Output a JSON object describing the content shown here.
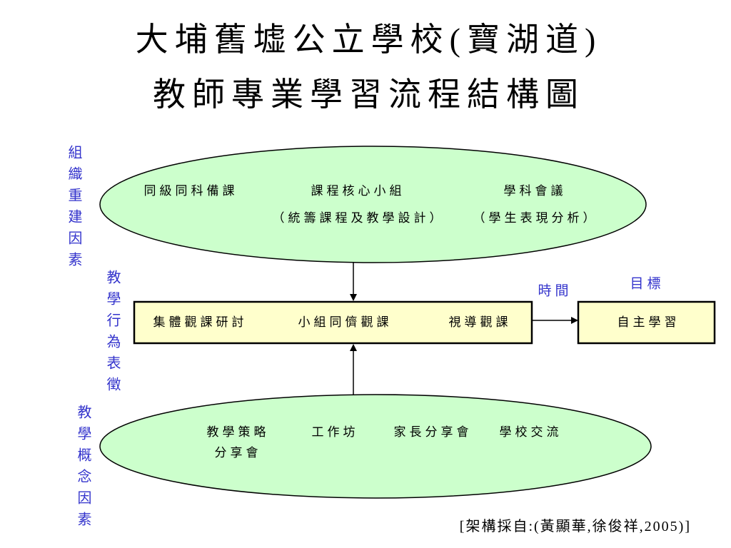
{
  "title": {
    "line1": "大埔舊墟公立學校(寶湖道)",
    "line2": "教師專業學習流程結構圖"
  },
  "side_labels": {
    "organization_factor": "組織重建因素",
    "teaching_behavior": "教學行為表徵",
    "teaching_concept_factor": "教學概念因素"
  },
  "organization_ellipse": {
    "items": [
      {
        "label": "同級同科備課"
      },
      {
        "label": "課程核心小組",
        "note": "（統籌課程及教學設計）"
      },
      {
        "label": "學科會議",
        "note": "（學生表現分析）"
      }
    ]
  },
  "behavior_box": {
    "items": [
      "集體觀課研討",
      "小組同儕觀課",
      "視導觀課"
    ]
  },
  "time_label": "時間",
  "goal": {
    "label": "目標",
    "box_text": "自主學習"
  },
  "concept_ellipse": {
    "items": [
      {
        "lines": [
          "教學策略",
          "分享會"
        ]
      },
      {
        "lines": [
          "工作坊"
        ]
      },
      {
        "lines": [
          "家長分享會"
        ]
      },
      {
        "lines": [
          "學校交流"
        ]
      }
    ]
  },
  "citation": "[架構採自:(黃顯華,徐俊祥,2005)]",
  "colors": {
    "ellipse_fill": "#ccffcc",
    "box_fill": "#ffffcc",
    "label_blue": "#3333cc",
    "line": "#000000"
  }
}
